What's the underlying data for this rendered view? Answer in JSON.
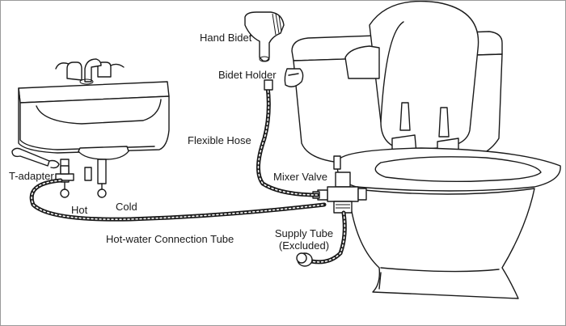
{
  "labels": {
    "hand_bidet": "Hand Bidet",
    "bidet_holder": "Bidet Holder",
    "flexible_hose": "Flexible Hose",
    "mixer_valve": "Mixer Valve",
    "t_adapter": "T-adapter",
    "hot": "Hot",
    "cold": "Cold",
    "hot_water_tube": "Hot-water Connection Tube",
    "supply_tube_line1": "Supply Tube",
    "supply_tube_line2": "(Excluded)"
  },
  "colors": {
    "line": "#1a1a1a",
    "background": "#ffffff",
    "frame": "#9a9a9a"
  }
}
